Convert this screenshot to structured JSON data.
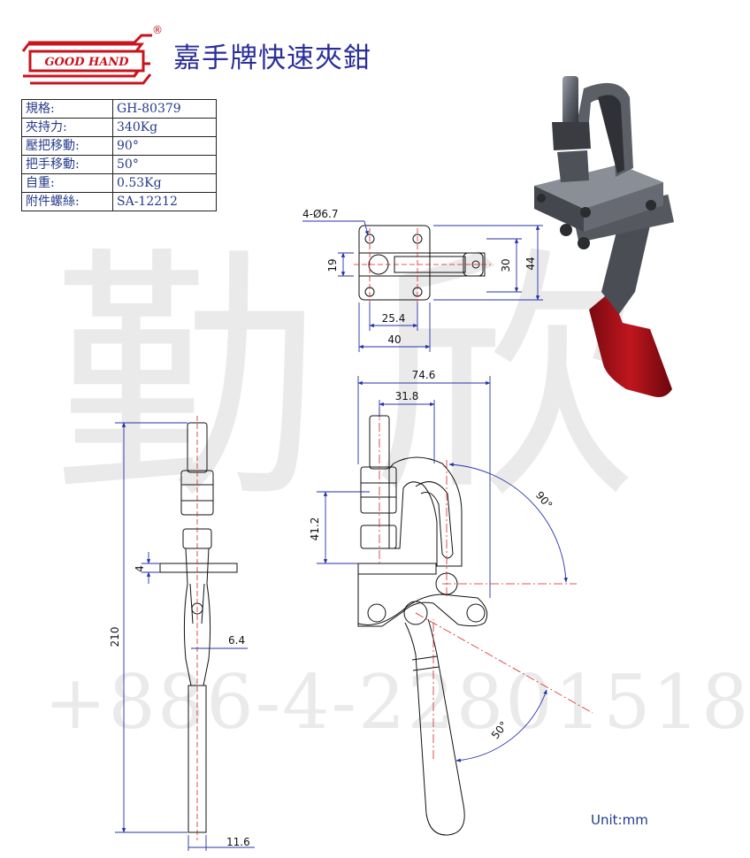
{
  "brand": {
    "logo_text": "GOOD HAND",
    "registered_mark": "®"
  },
  "title": "嘉手牌快速夾鉗",
  "specs": [
    {
      "label": "規格:",
      "value": "GH-80379"
    },
    {
      "label": "夾持力:",
      "value": "340Kg"
    },
    {
      "label": "壓把移動:",
      "value": "90°"
    },
    {
      "label": "把手移動:",
      "value": "50°"
    },
    {
      "label": "自重:",
      "value": "0.53Kg"
    },
    {
      "label": "附件螺絲:",
      "value": "SA-12212"
    }
  ],
  "dimensions": {
    "hole": "4-Ø6.7",
    "d19": "19",
    "d30": "30",
    "d44": "44",
    "d25_4": "25.4",
    "d40": "40",
    "d74_6": "74.6",
    "d31_8": "31.8",
    "d41_2": "41.2",
    "d90": "90°",
    "d4": "4",
    "d210": "210",
    "d6_4": "6.4",
    "d50": "50°",
    "d11_6": "11.6"
  },
  "watermark": {
    "chars": "勤欣",
    "phone": "+886-4-22801518"
  },
  "unit": "Unit:mm",
  "colors": {
    "title": "#2b2f9a",
    "dimension": "#2432a8",
    "center_line": "#d62020",
    "handle": "#b0141e",
    "logo": "#c8141e"
  }
}
